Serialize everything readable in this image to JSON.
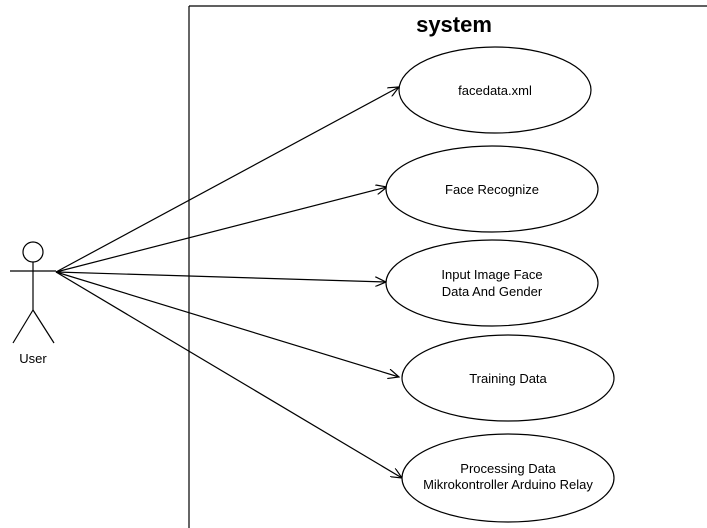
{
  "system": {
    "title": "system"
  },
  "actor": {
    "label": "User"
  },
  "use_cases": [
    {
      "lines": [
        "facedata.xml"
      ]
    },
    {
      "lines": [
        "Face Recognize"
      ]
    },
    {
      "lines": [
        "Input Image Face",
        "Data And Gender"
      ]
    },
    {
      "lines": [
        "Training Data"
      ]
    },
    {
      "lines": [
        "Processing Data",
        "Mikrokontroller Arduino Relay"
      ]
    }
  ]
}
